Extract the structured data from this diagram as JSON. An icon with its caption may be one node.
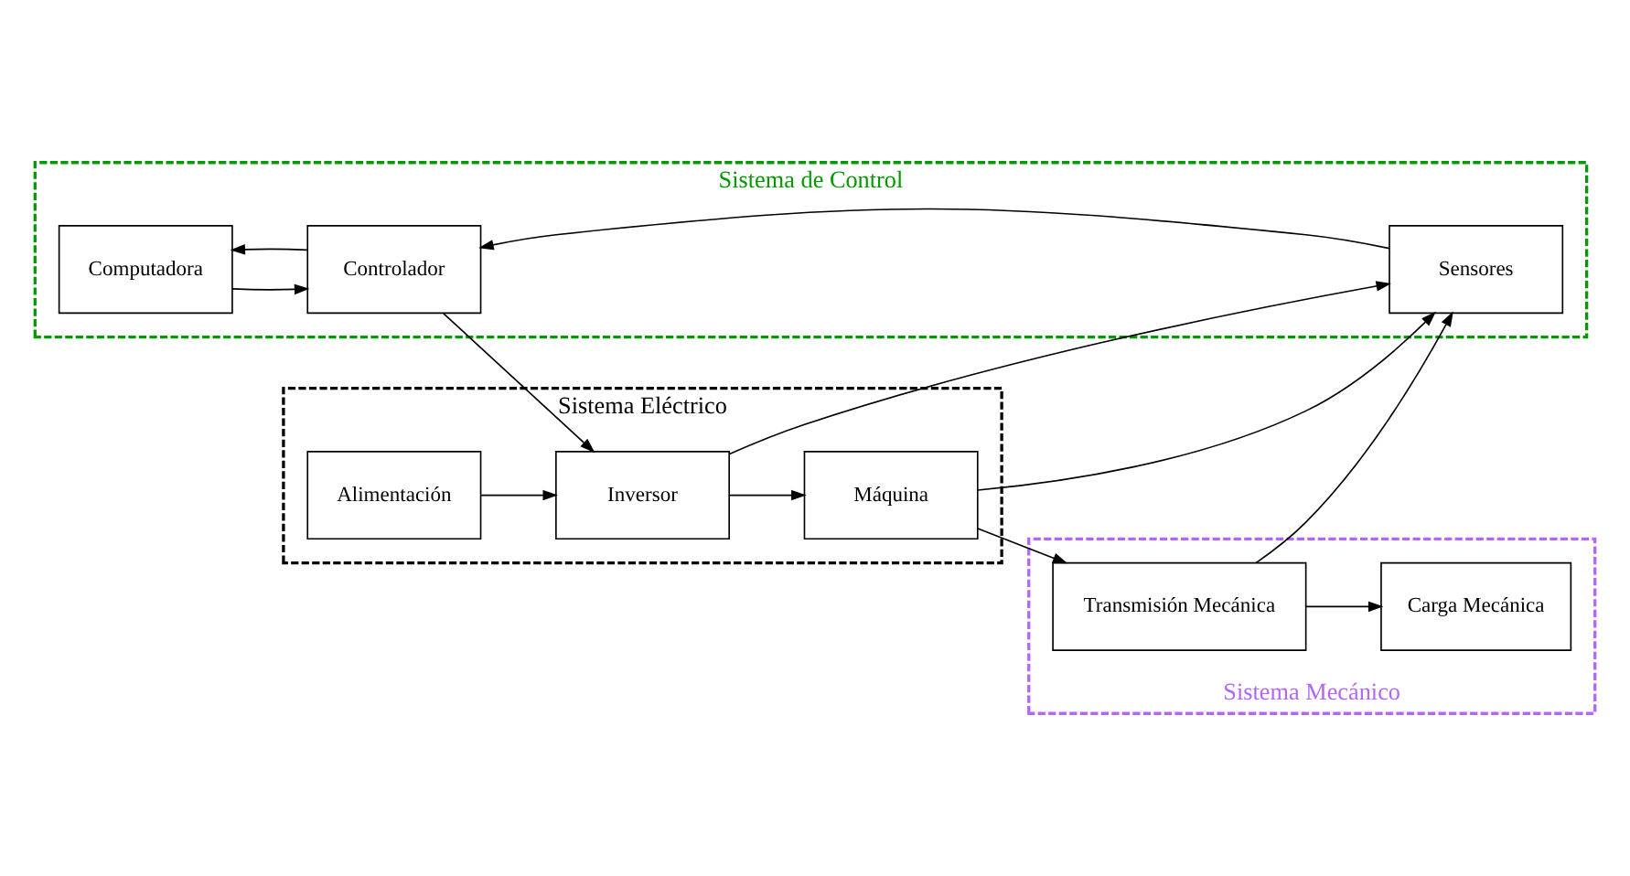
{
  "diagram": {
    "nodes": [
      {
        "text": [
          "Sistema de Control"
        ]
      },
      {
        "text": [
          "Computadora"
        ],
        "in": 0
      },
      {
        "text": [
          "Controlador"
        ],
        "in": 0
      },
      {
        "text": [
          "Sensores"
        ],
        "in": 0
      },
      {
        "text": [
          "Sistema Eléctrico"
        ]
      },
      {
        "text": [
          "Inversor"
        ],
        "in": 4
      },
      {
        "text": [
          "Alimentación"
        ],
        "in": 4
      },
      {
        "text": [
          "Máquina"
        ],
        "in": 4
      },
      {
        "text": [
          "Sistema Mecánico"
        ]
      },
      {
        "text": [
          "Carga Mecánica"
        ],
        "in": 8
      },
      {
        "text": [
          "Transmisión Mecánica"
        ],
        "in": 8
      }
    ],
    "edges": [
      {
        "from": 1,
        "to": 2,
        "arrow": "to"
      },
      {
        "from": 2,
        "to": 1,
        "arrow": "to"
      },
      {
        "from": 3,
        "to": 2,
        "arrow": "to"
      },
      {
        "from": 2,
        "to": 5,
        "arrow": "to"
      },
      {
        "from": 6,
        "to": 5,
        "arrow": "to"
      },
      {
        "from": 5,
        "to": 3,
        "arrow": "to"
      },
      {
        "from": 5,
        "to": 7,
        "arrow": "to"
      },
      {
        "from": 7,
        "to": 3,
        "arrow": "to"
      },
      {
        "from": 10,
        "to": 3,
        "arrow": "to"
      },
      {
        "from": 7,
        "to": 10,
        "arrow": "to"
      },
      {
        "from": 10,
        "to": 9,
        "arrow": "to"
      }
    ]
  }
}
